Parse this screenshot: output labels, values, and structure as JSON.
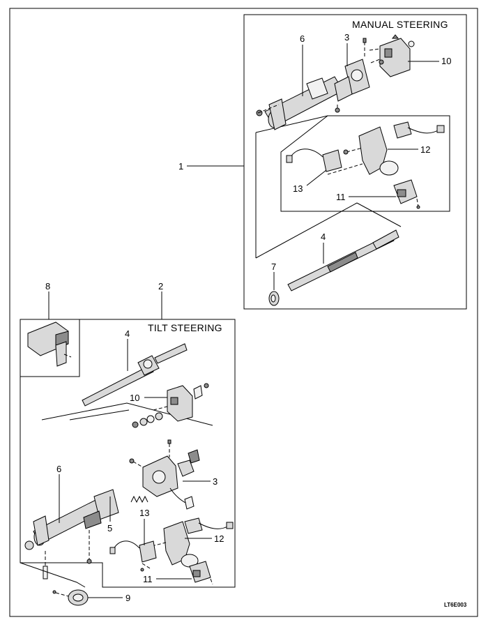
{
  "headers": {
    "manual": "MANUAL STEERING",
    "tilt": "TILT STEERING"
  },
  "callouts": {
    "c1": "1",
    "c2": "2",
    "m3": "3",
    "m4": "4",
    "m6": "6",
    "m7": "7",
    "m10": "10",
    "m11": "11",
    "m12": "12",
    "m13": "13",
    "c8": "8",
    "t3": "3",
    "t4": "4",
    "t5": "5",
    "t6": "6",
    "t9": "9",
    "t10": "10",
    "t11": "11",
    "t12": "12",
    "t13": "13"
  },
  "figure_code": "LT6E003"
}
